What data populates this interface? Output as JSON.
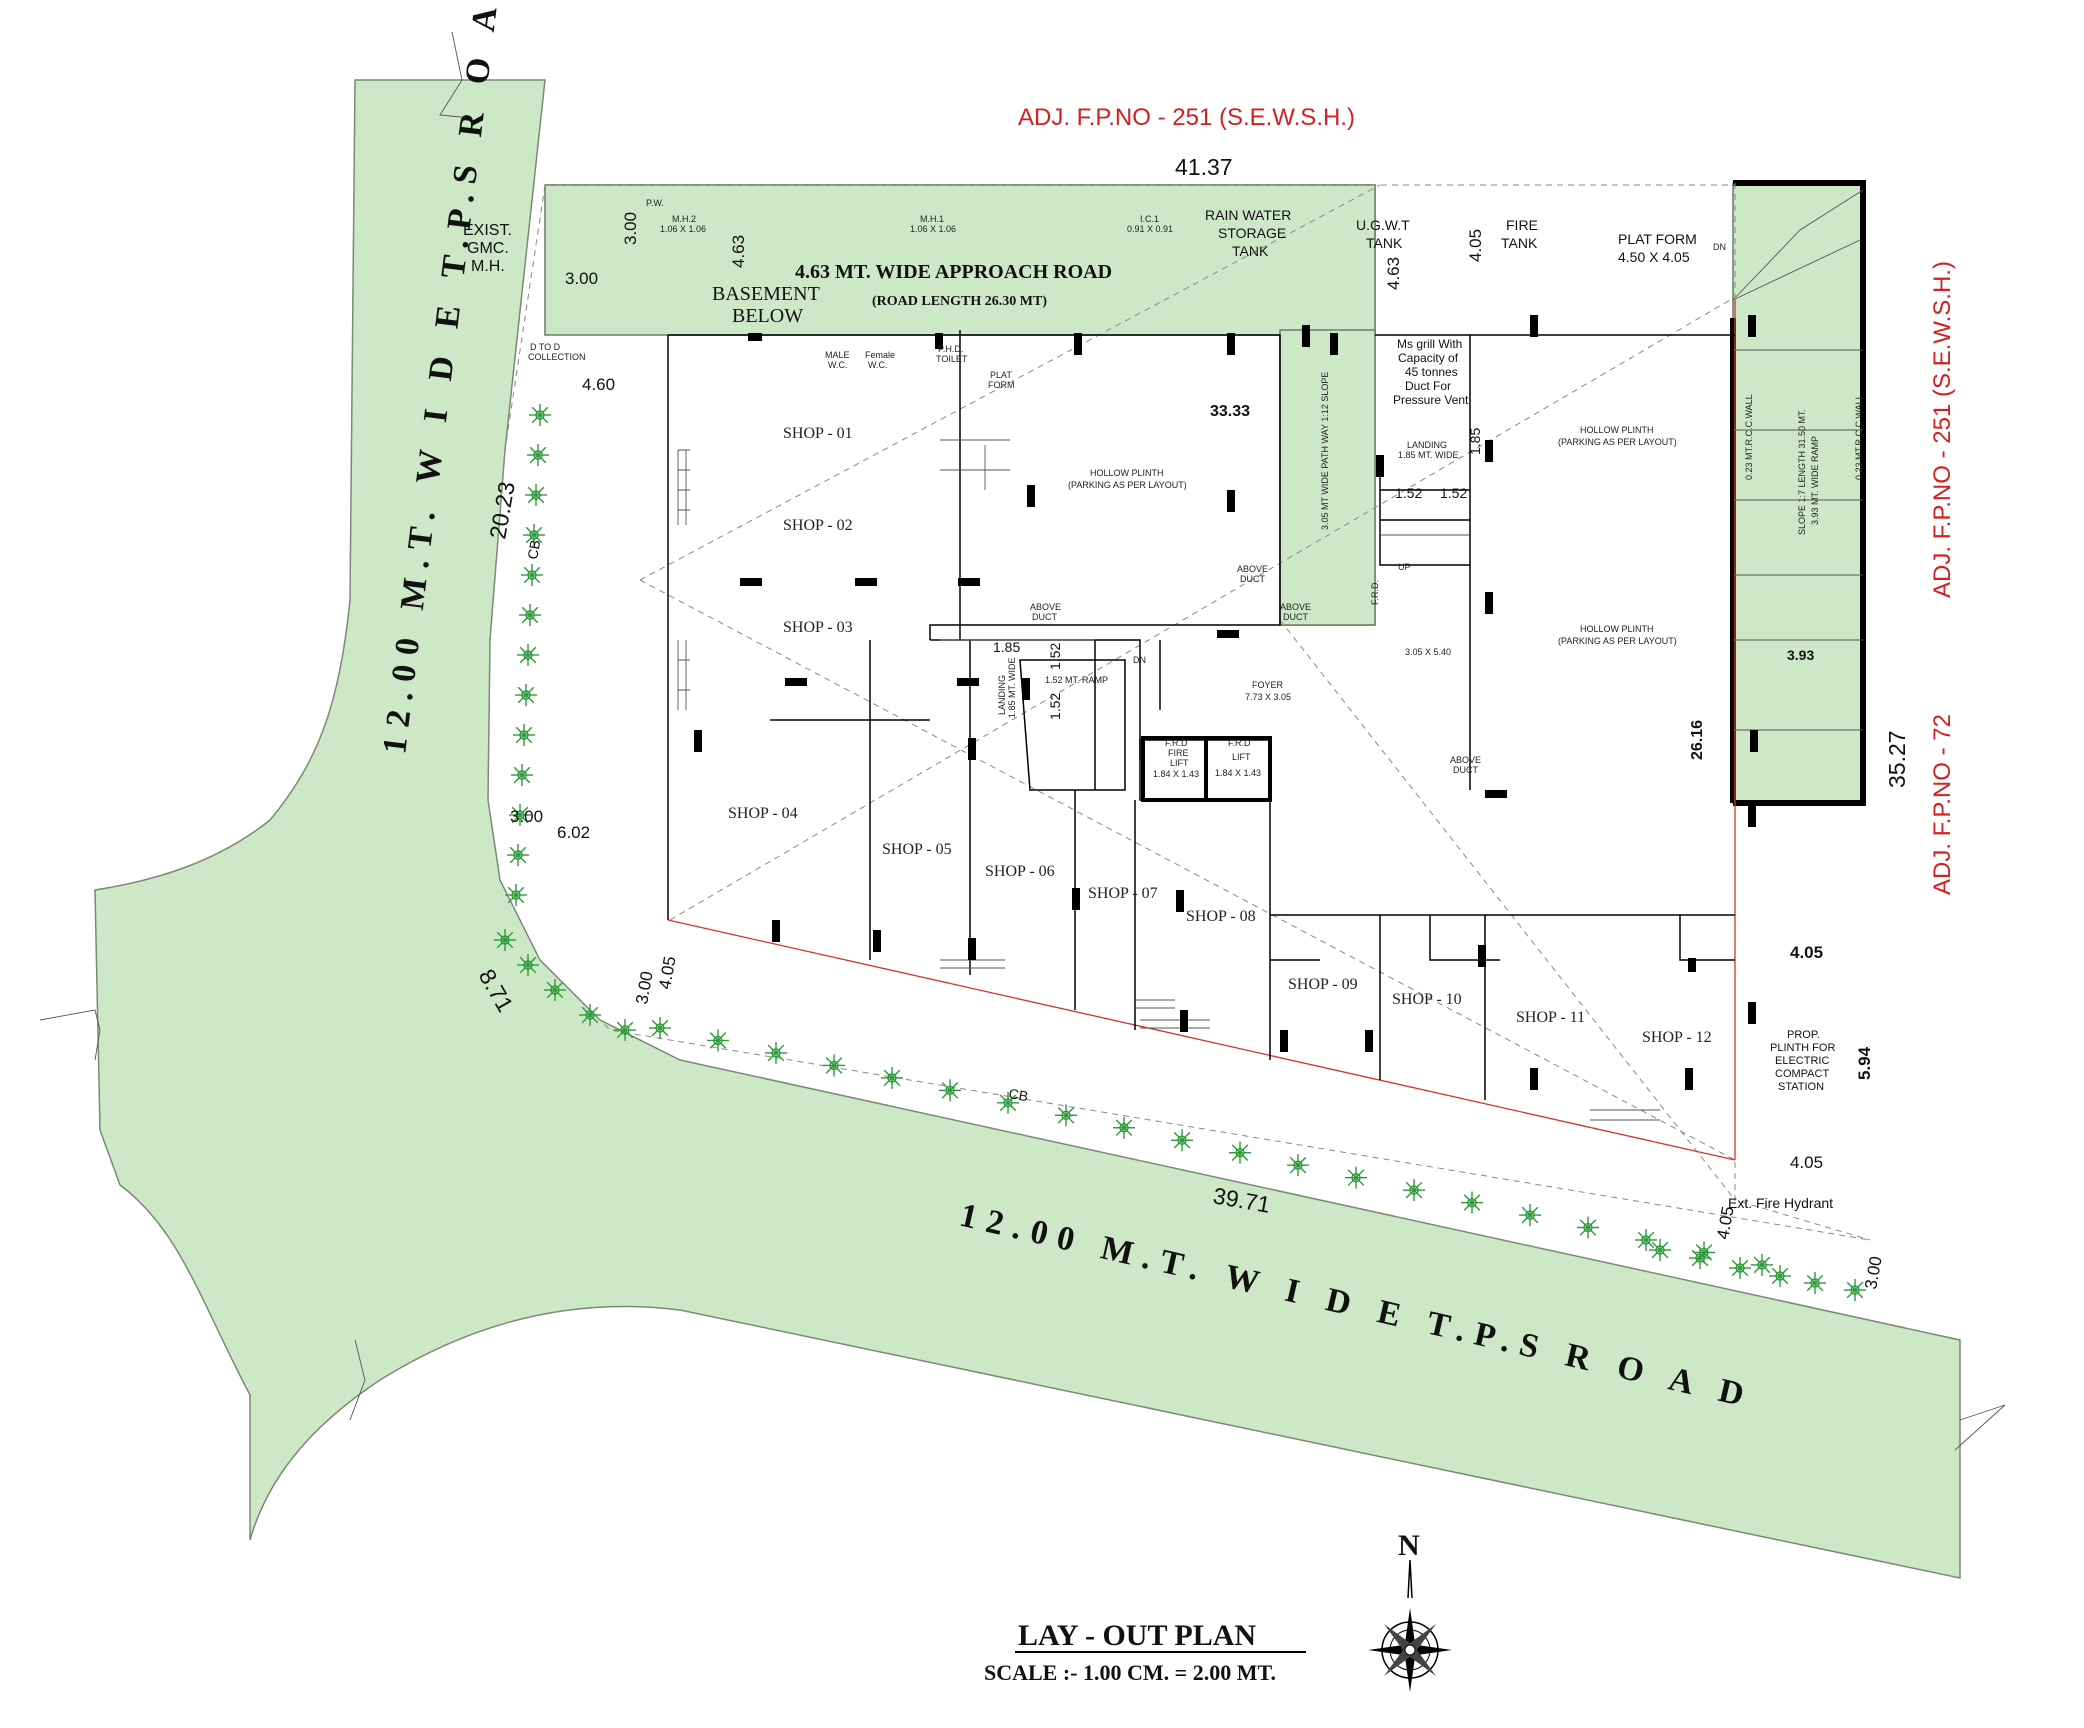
{
  "adjacent": {
    "top": "ADJ. F.P.NO - 251 (S.E.W.S.H.)",
    "right_upper": "ADJ. F.P.NO - 251 (S.E.W.S.H.)",
    "right_lower": "ADJ. F.P.NO - 72"
  },
  "dimensions": {
    "top_length": "41.37",
    "left_side": "20.23",
    "corner": "8.71",
    "bottom_length": "39.71",
    "right_side": "35.27",
    "approach_width": "4.63",
    "approach_width_2": "4.63",
    "left_margin_a": "3.00",
    "left_margin_b": "3.00",
    "left_margin_c": "3.00",
    "top_margin": "3.00",
    "margin_460": "4.60",
    "margin_602": "6.02",
    "margin_405_a": "4.05",
    "margin_405_b": "4.05",
    "margin_405_c": "4.05",
    "margin_405_d": "4.05",
    "margin_405_e": "4.05",
    "margin_300_br": "3.00",
    "width_594": "5.94",
    "inner_3333": "33.33",
    "inner_2616": "26.16",
    "ramp_393": "3.93",
    "stair_185_a": "1.85",
    "stair_185_b": "1.85",
    "stair_152_a": "1.52",
    "stair_152_b": "1.52",
    "stair_152_c": "1.52",
    "stair_152_d": "1.52"
  },
  "labels": {
    "exist_mh": [
      "EXIST.",
      "GMC.",
      "M.H."
    ],
    "approach_road": "4.63 MT. WIDE APPROACH ROAD",
    "road_length": "(ROAD LENGTH 26.30 MT)",
    "basement": [
      "BASEMENT",
      "BELOW"
    ],
    "rain_water": [
      "RAIN WATER",
      "STORAGE",
      "TANK"
    ],
    "ugwt": [
      "U.G.W.T",
      "TANK"
    ],
    "fire_tank": [
      "FIRE",
      "TANK"
    ],
    "plat_form": [
      "PLAT FORM",
      "4.50 X 4.05"
    ],
    "ms_grill": [
      "Ms grill With",
      "Capacity of",
      "45 tonnes",
      "Duct For",
      "Pressure Vent"
    ],
    "d_to_d": [
      "D TO D",
      "COLLECTION"
    ],
    "pathway": "3.05 MT WIDE PATH WAY 1:12 SLOPE",
    "hollow_plinth_1": [
      "HOLLOW PLINTH",
      "(PARKING AS PER LAYOUT)"
    ],
    "hollow_plinth_2": [
      "HOLLOW PLINTH",
      "(PARKING AS PER LAYOUT)"
    ],
    "hollow_plinth_3": [
      "HOLLOW PLINTH",
      "(PARKING AS PER LAYOUT)"
    ],
    "ramp": [
      "SLOPE 1:7 LENGTH 31.50 MT.",
      "3.93 MT. WIDE RAMP"
    ],
    "rcc_wall_a": "0.23 MT.R.C.C.WALL",
    "rcc_wall_b": "0.23 MT.R.C.C.WALL",
    "foyer": [
      "FOYER",
      "7.73 X 3.05"
    ],
    "fire_lift": [
      "F.R.D",
      "FIRE",
      "LIFT",
      "1.84 X 1.43"
    ],
    "lift": [
      "F.R.D",
      "LIFT",
      "1.84 X 1.43"
    ],
    "above_duct_a": [
      "ABOVE",
      "DUCT"
    ],
    "above_duct_b": [
      "ABOVE",
      "DUCT"
    ],
    "above_duct_c": [
      "ABOVE",
      "DUCT"
    ],
    "above_duct_d": [
      "ABOVE",
      "DUCT"
    ],
    "electric": [
      "PROP.",
      "PLINTH FOR",
      "ELECTRIC",
      "COMPACT",
      "STATION"
    ],
    "fire_hydrant": "Ext. Fire Hydrant",
    "cb_a": "CB",
    "cb_b": "CB",
    "size_305x540": "3.05 X 5.40",
    "landing_a": [
      "LANDING",
      "1.85 MT. WIDE"
    ],
    "landing_b": [
      "LANDING",
      "1.85 MT. WIDE"
    ],
    "ramp_small": "1.52 MT. RAMP",
    "dn_a": "DN",
    "dn_b": "DN",
    "up": "UP",
    "mh2": [
      "M.H.2",
      "1.06 X 1.06"
    ],
    "mh1": [
      "M.H.1",
      "1.06 X 1.06"
    ],
    "ic1": [
      "I.C.1",
      "0.91 X 0.91"
    ],
    "pw": "P.W.",
    "male_wc": [
      "MALE",
      "W.C."
    ],
    "female_wc": [
      "Female",
      "W.C."
    ],
    "phd_toilet": [
      "P.H.D.",
      "TOILET"
    ],
    "plat_small": [
      "PLAT",
      "FORM"
    ],
    "frd": "F.R.D."
  },
  "shops": [
    "SHOP - 01",
    "SHOP - 02",
    "SHOP - 03",
    "SHOP - 04",
    "SHOP - 05",
    "SHOP - 06",
    "SHOP - 07",
    "SHOP - 08",
    "SHOP - 09",
    "SHOP - 10",
    "SHOP - 11",
    "SHOP - 12"
  ],
  "roads": {
    "left": "12.00 M.T. W I D E T.P.S R O A D",
    "bottom": "12.00 M.T. W I D E T.P.S R O A D"
  },
  "title": {
    "main": "LAY - OUT PLAN",
    "scale": "SCALE :- 1.00 CM. = 2.00 MT."
  },
  "compass": {
    "north": "N"
  },
  "colors": {
    "road_fill": "#cde8c6",
    "adjacent_text": "#d32020",
    "tree": "#2e9a3a"
  }
}
